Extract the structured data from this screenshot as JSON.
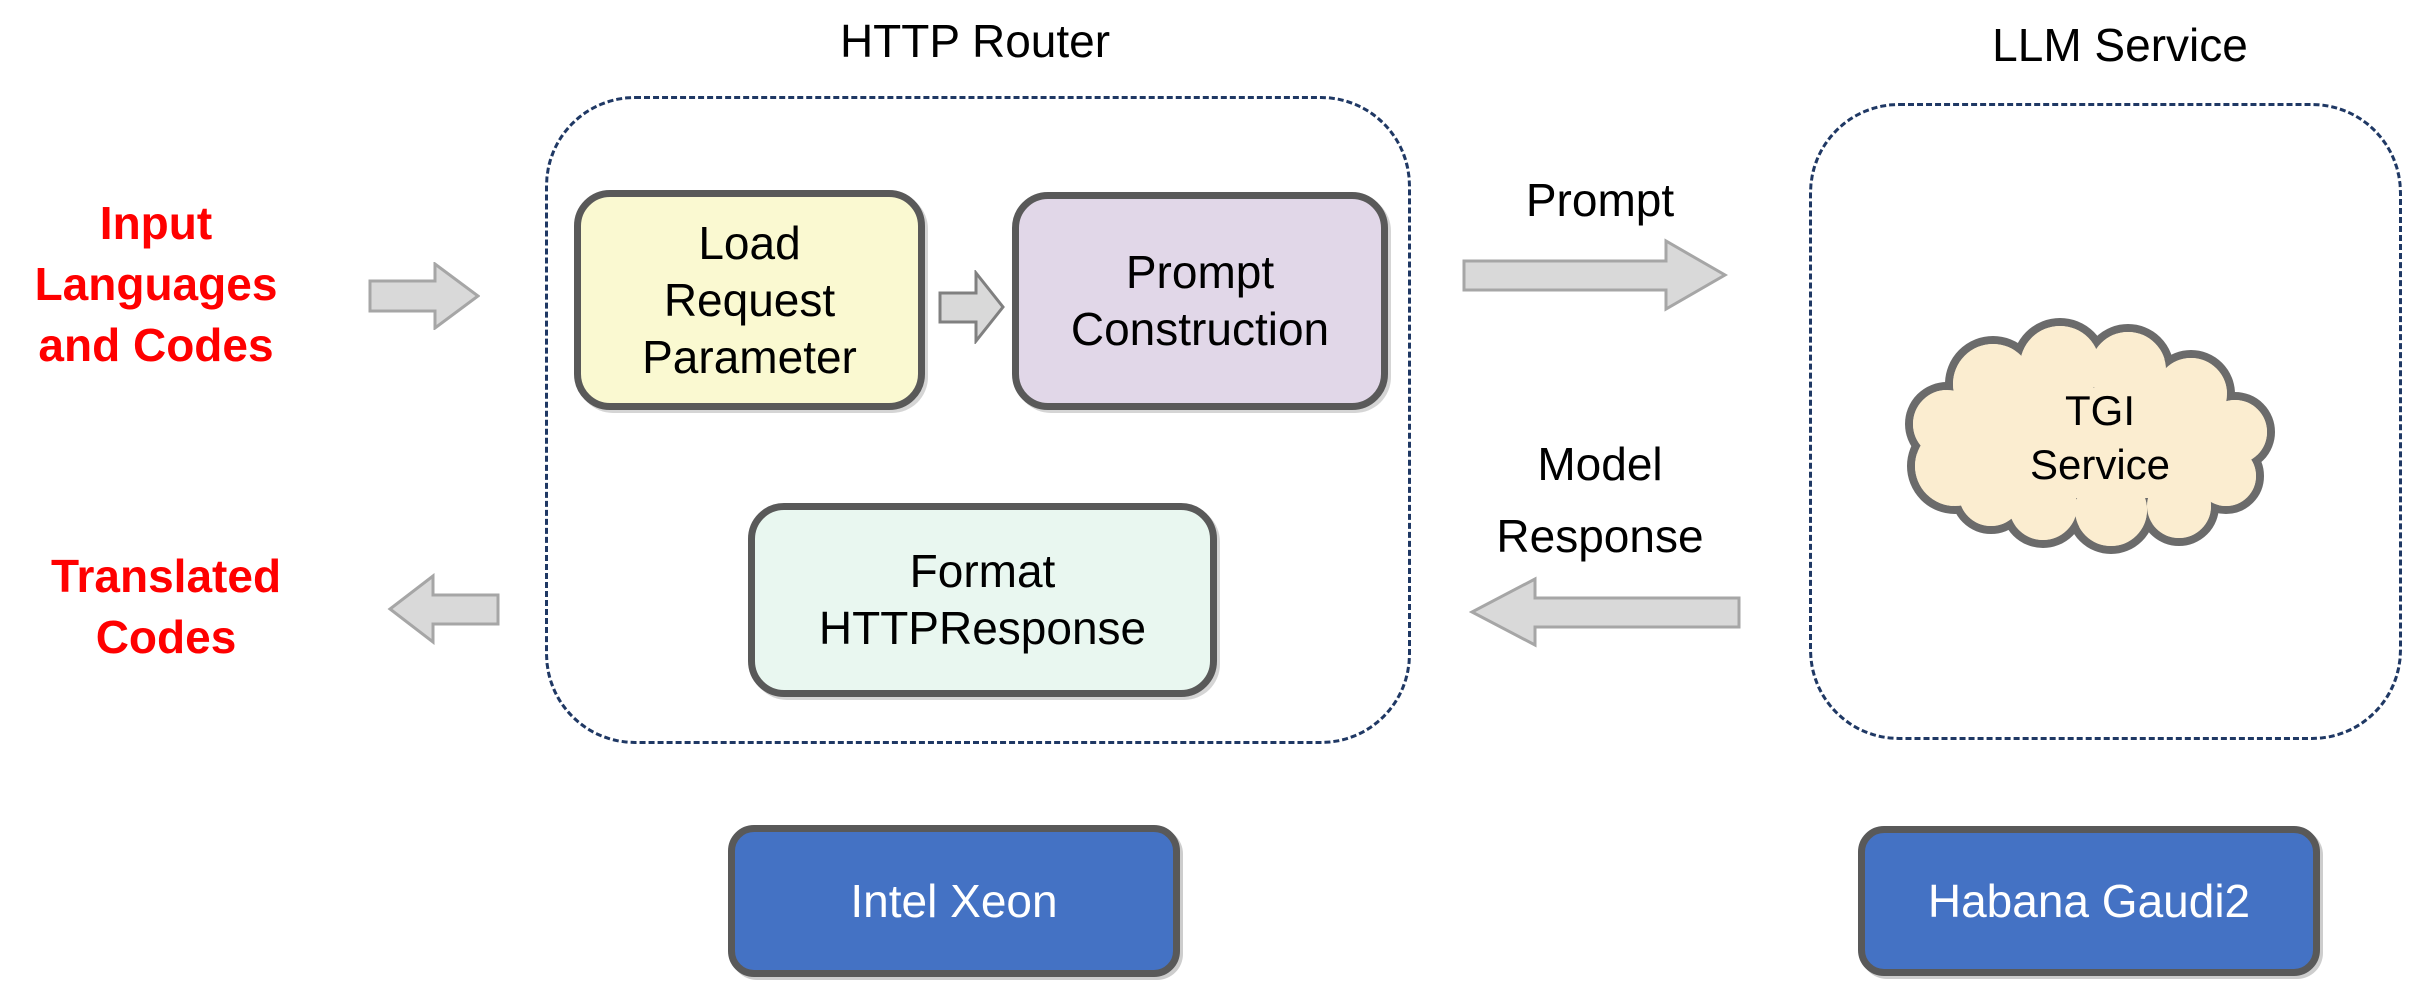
{
  "left_captions": {
    "input": "Input\nLanguages\nand Codes",
    "output": "Translated\nCodes"
  },
  "http_router": {
    "title": "HTTP Router",
    "load_request_box": "Load\nRequest\nParameter",
    "prompt_construction_box": "Prompt\nConstruction",
    "format_response_box": "Format\nHTTPResponse",
    "platform": "Intel Xeon"
  },
  "llm_service": {
    "title": "LLM Service",
    "cloud_label": "TGI\nService",
    "platform": "Habana Gaudi2"
  },
  "flows": {
    "prompt": "Prompt",
    "model_response": "Model\nResponse"
  },
  "colors": {
    "caption_red": "#FF0000",
    "dashed_navy": "#1F3864",
    "box_border_gray": "#595959",
    "yellow_fill": "#FAF9D1",
    "purple_fill": "#E1D7E8",
    "mint_fill": "#E9F7F0",
    "cloud_fill": "#FBEDD0",
    "cloud_border": "#6B6B6B",
    "platform_blue": "#4472C4",
    "platform_text": "#FFFFFF",
    "arrow_fill": "#D9D9D9",
    "arrow_border": "#A6A6A6"
  }
}
